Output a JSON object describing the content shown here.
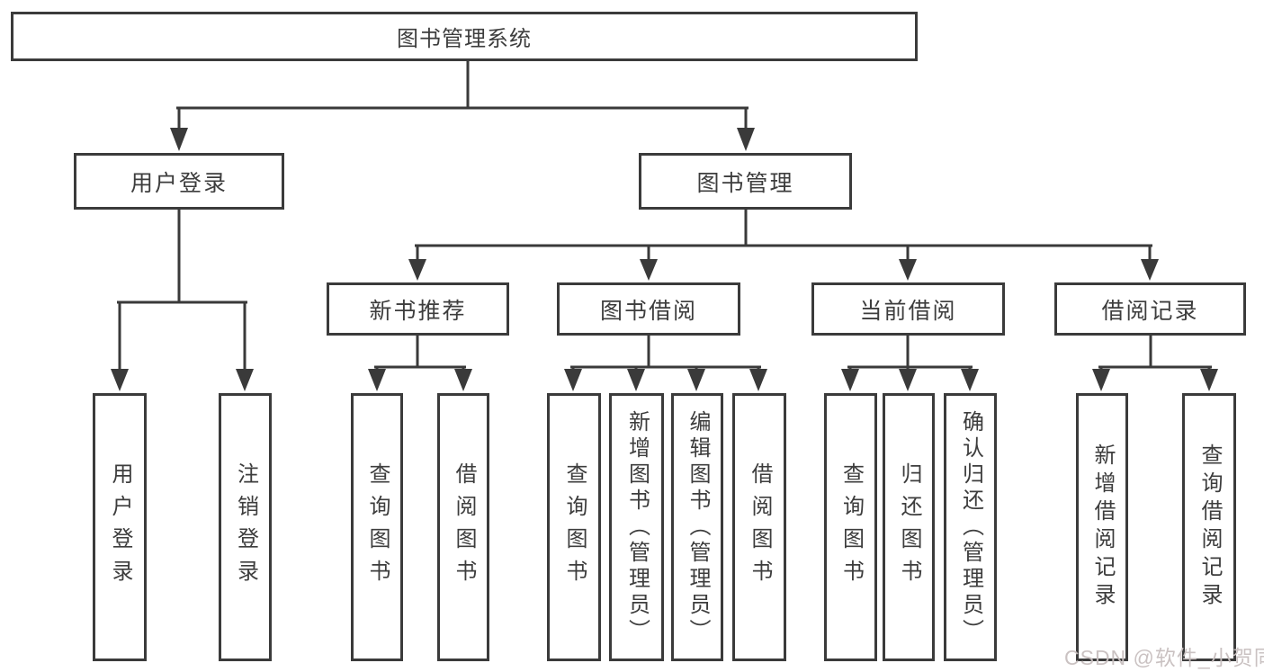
{
  "diagram": {
    "title": "图书管理系统",
    "root": {
      "label": "图书管理系统"
    },
    "level2": {
      "user_login": {
        "label": "用户登录"
      },
      "book_mgmt": {
        "label": "图书管理"
      }
    },
    "level3": {
      "new_books": {
        "label": "新书推荐"
      },
      "borrowing": {
        "label": "图书借阅"
      },
      "current": {
        "label": "当前借阅"
      },
      "records": {
        "label": "借阅记录"
      }
    },
    "leaves": {
      "login": {
        "label": "用户登录"
      },
      "logout": {
        "label": "注销登录"
      },
      "nb_query": {
        "label": "查询图书"
      },
      "nb_borrow": {
        "label": "借阅图书"
      },
      "bw_query": {
        "label": "查询图书"
      },
      "bw_add": {
        "label": "新增图书（管理员）"
      },
      "bw_edit": {
        "label": "编辑图书（管理员）"
      },
      "bw_borrow": {
        "label": "借阅图书"
      },
      "cu_query": {
        "label": "查询图书"
      },
      "cu_return": {
        "label": "归还图书"
      },
      "cu_confirm": {
        "label": "确认归还（管理员）"
      },
      "rc_add": {
        "label": "新增借阅记录"
      },
      "rc_query": {
        "label": "查询借阅记录"
      }
    }
  },
  "watermark": "CSDN @软件_小贺同学",
  "colors": {
    "line": "#3a3a3a",
    "text": "#3d3d3d",
    "watermark": "#c8bfbf",
    "background": "#ffffff"
  }
}
